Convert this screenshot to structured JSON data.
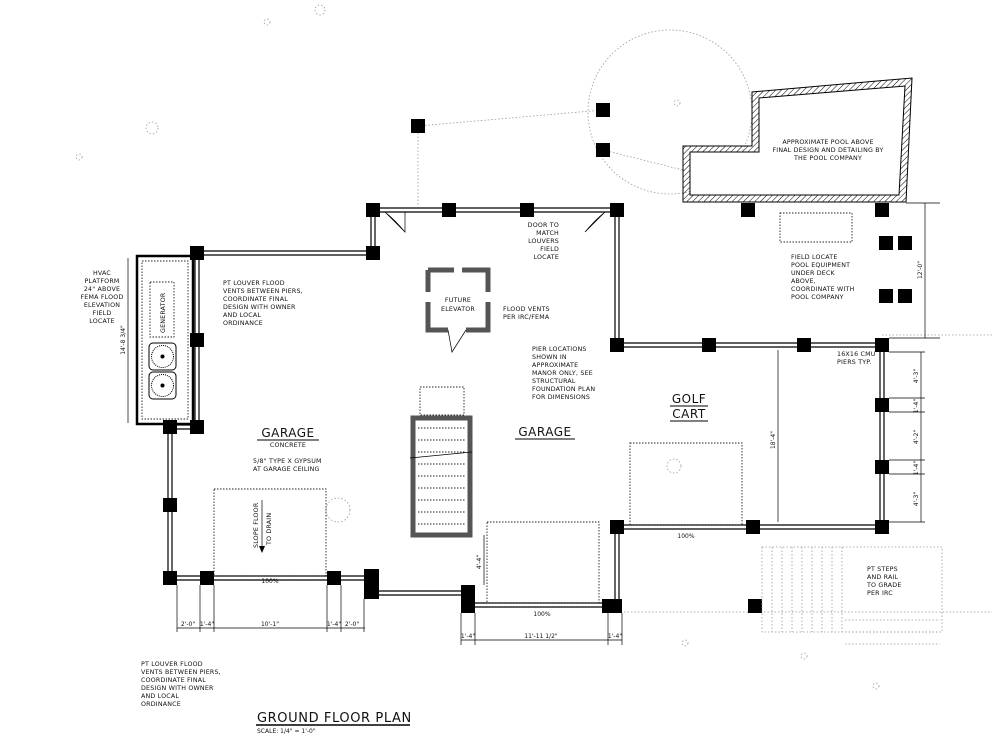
{
  "plan": {
    "title": "GROUND FLOOR PLAN",
    "scale": "SCALE: 1/4\" = 1'-0\"",
    "rooms": {
      "garage_left": "GARAGE",
      "garage_left_sub": "CONCRETE",
      "garage_center": "GARAGE",
      "golf_cart_1": "GOLF",
      "golf_cart_2": "CART"
    },
    "labels": {
      "generator": "GENERATOR",
      "elevator_1": "FUTURE",
      "elevator_2": "ELEVATOR",
      "slope_1": "SLOPE FLOOR",
      "slope_2": "TO DRAIN",
      "pct_left": "100%",
      "pct_center": "100%",
      "pct_right": "100%"
    },
    "notes": {
      "hvac": [
        "HVAC",
        "PLATFORM",
        "24\" ABOVE",
        "FEMA FLOOD",
        "ELEVATION",
        "FIELD",
        "LOCATE"
      ],
      "louver_top": [
        "PT LOUVER FLOOD",
        "VENTS BETWEEN PIERS,",
        "COORDINATE FINAL",
        "DESIGN WITH OWNER",
        "AND LOCAL",
        "ORDINANCE"
      ],
      "louver_bottom": [
        "PT LOUVER FLOOD",
        "VENTS BETWEEN PIERS,",
        "COORDINATE FINAL",
        "DESIGN WITH OWNER",
        "AND LOCAL",
        "ORDINANCE"
      ],
      "door": [
        "DOOR TO",
        "MATCH",
        "LOUVERS",
        "FIELD",
        "LOCATE"
      ],
      "flood_vents": [
        "FLOOD VENTS",
        "PER IRC/FEMA"
      ],
      "piers": [
        "PIER LOCATIONS",
        "SHOWN IN",
        "APPROXIMATE",
        "MANOR ONLY, SEE",
        "STRUCTURAL",
        "FOUNDATION PLAN",
        "FOR DIMENSIONS"
      ],
      "gypsum": [
        "5/8\" TYPE X GYPSUM",
        "AT GARAGE CEILING"
      ],
      "pool": [
        "APPROXIMATE POOL ABOVE",
        "FINAL DESIGN AND DETAILING BY",
        "THE POOL COMPANY"
      ],
      "pool_equipment": [
        "FIELD LOCATE",
        "POOL EQUIPMENT",
        "UNDER DECK",
        "ABOVE,",
        "COORDINATE WITH",
        "POOL COMPANY"
      ],
      "cmu": [
        "16X16 CMU",
        "PIERS TYP."
      ],
      "steps": [
        "PT STEPS",
        "AND RAIL",
        "TO GRADE",
        "PER IRC"
      ]
    },
    "dimensions": {
      "hvac_height": "14'-8 3/4\"",
      "left_bottom": [
        "2'-0\"",
        "1'-4\"",
        "10'-1\"",
        "1'-4\"",
        "2'-0\""
      ],
      "center_bottom": [
        "1'-4\"",
        "11'-11 1/2\"",
        "1'-4\""
      ],
      "center_side": "4'-4\"",
      "golf_depth": "18'-4\"",
      "right_side": [
        "4'-3\"",
        "1'-4\"",
        "4'-2\"",
        "1'-4\"",
        "4'-3\""
      ],
      "pool_equip_depth": "12'-0\""
    }
  }
}
